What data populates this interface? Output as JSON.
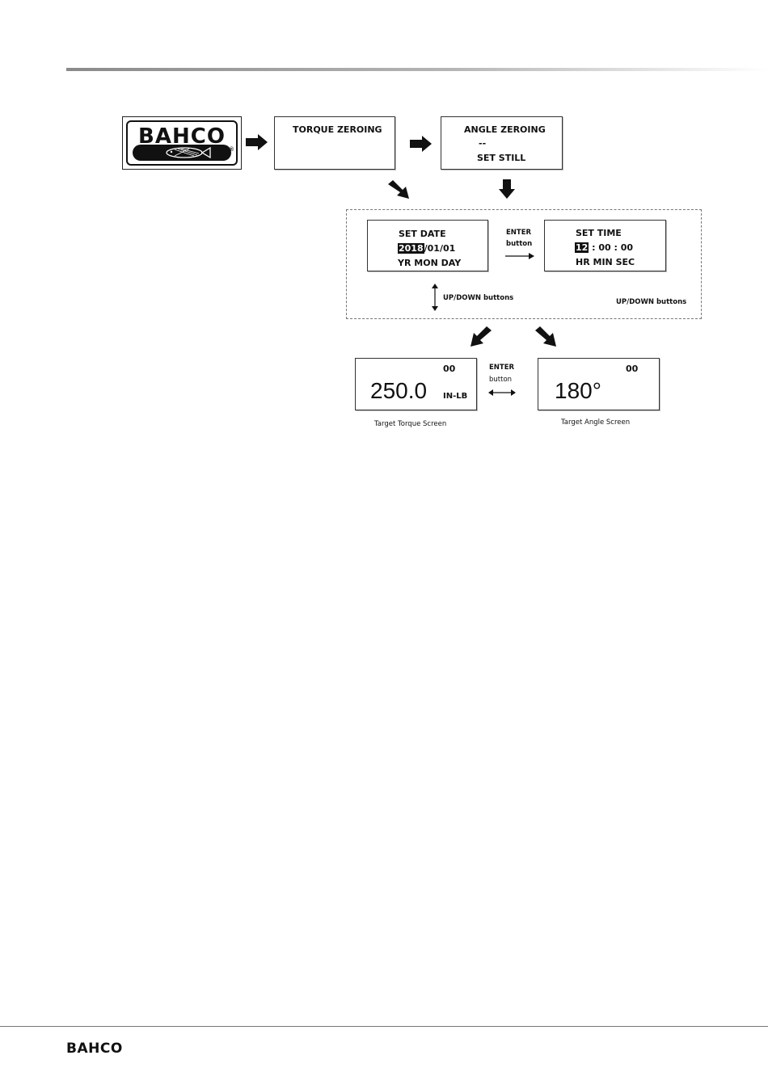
{
  "logo": {
    "text": "BAHCO",
    "reg": "®"
  },
  "screens": {
    "torque_zeroing": {
      "line1": "TORQUE ZEROING"
    },
    "angle_zeroing": {
      "line1": "ANGLE ZEROING",
      "line2": "--",
      "line3": "SET STILL"
    },
    "set_date": {
      "line1": "SET DATE",
      "year": "2018",
      "date_rest": "/01/01",
      "line3": "YR  MON  DAY"
    },
    "set_time": {
      "line1": "SET TIME",
      "hour": "12",
      "time_rest": " : 00 : 00",
      "line3": "HR  MIN SEC"
    },
    "target_torque": {
      "count": "00",
      "value": "250.0",
      "unit": "IN-LB",
      "caption": "Target Torque Screen"
    },
    "target_angle": {
      "count": "00",
      "value": "180°",
      "caption": "Target Angle Screen"
    }
  },
  "labels": {
    "enter_top_1": "ENTER",
    "enter_top_2": "button",
    "updown_left": "UP/DOWN buttons",
    "updown_right": "UP/DOWN buttons",
    "enter_bottom_1": "ENTER",
    "enter_bottom_2": "button"
  },
  "footer": {
    "logo_text": "BAHCO"
  }
}
